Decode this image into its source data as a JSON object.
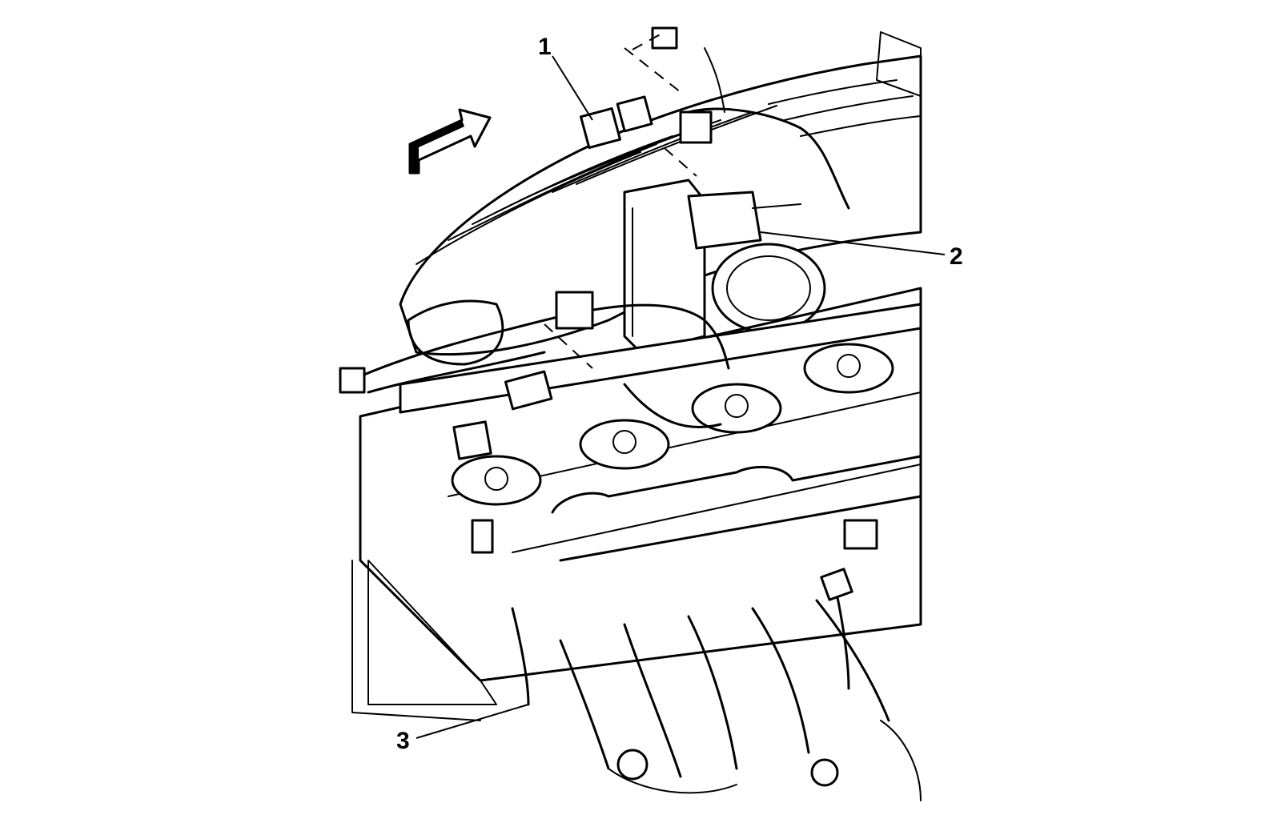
{
  "callouts": [
    {
      "id": "1",
      "label": "1"
    },
    {
      "id": "2",
      "label": "2"
    },
    {
      "id": "3",
      "label": "3"
    }
  ],
  "icons": {
    "direction_arrow": "forward-arrow-icon"
  },
  "colors": {
    "line": "#000000",
    "background": "#ffffff"
  }
}
